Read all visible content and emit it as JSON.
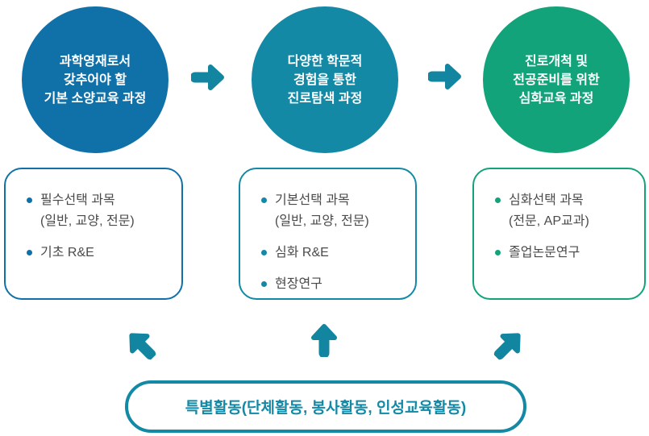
{
  "colors": {
    "blue": "#1071A9",
    "teal": "#1489A6",
    "green": "#12A37B",
    "arrow": "#1286A0",
    "text_gray": "#4A4A4A"
  },
  "circles": [
    {
      "name": "basic-liberal-education-course",
      "lines": [
        "과학영재로서",
        "갖추어야 할",
        "기본 소양교육 과정"
      ]
    },
    {
      "name": "career-exploration-course",
      "lines": [
        "다양한 학문적",
        "경험을 통한",
        "진로탐색 과정"
      ]
    },
    {
      "name": "advanced-education-course",
      "lines": [
        "진로개척 및",
        "전공준비를 위한",
        "심화교육 과정"
      ]
    }
  ],
  "boxes": [
    {
      "items": [
        {
          "lines": [
            "필수선택 과목",
            "(일반, 교양, 전문)"
          ]
        },
        {
          "lines": [
            "기초 R&E"
          ]
        }
      ]
    },
    {
      "items": [
        {
          "lines": [
            "기본선택 과목",
            "(일반, 교양, 전문)"
          ]
        },
        {
          "lines": [
            "심화 R&E"
          ]
        },
        {
          "lines": [
            "현장연구"
          ]
        }
      ]
    },
    {
      "items": [
        {
          "lines": [
            "심화선택 과목",
            "(전문, AP교과)"
          ]
        },
        {
          "lines": [
            "졸업논문연구"
          ]
        }
      ]
    }
  ],
  "footer": {
    "label": "특별활동(단체활동, 봉사활동, 인성교육활동)"
  },
  "icons": {
    "between_circles": "arrow-right-icon",
    "from_footer": [
      "arrow-up-left-icon",
      "arrow-up-icon",
      "arrow-up-right-icon"
    ]
  }
}
